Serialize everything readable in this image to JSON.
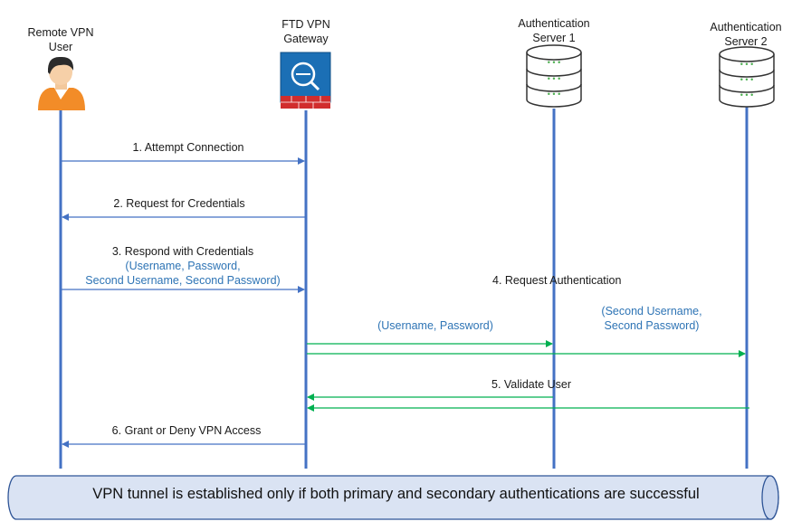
{
  "actors": {
    "user": {
      "line1": "Remote VPN",
      "line2": "User"
    },
    "ftd": {
      "line1": "FTD VPN",
      "line2": "Gateway"
    },
    "auth1": {
      "line1": "Authentication",
      "line2": "Server 1"
    },
    "auth2": {
      "line1": "Authentication",
      "line2": "Server 2"
    }
  },
  "messages": {
    "m1": "1. Attempt Connection",
    "m2": "2. Request for Credentials",
    "m3": "3. Respond with Credentials",
    "m3_detail_1": "(Username, Password,",
    "m3_detail_2": "Second Username, Second Password)",
    "m4": "4. Request   Authentication",
    "m4_primary": "(Username, Password)",
    "m4_secondary_1": "(Second Username,",
    "m4_secondary_2": "Second Password)",
    "m5": "5. Validate   User",
    "m6": "6. Grant or Deny VPN Access"
  },
  "banner": "VPN tunnel is established only if both primary and secondary authentications are successful",
  "colors": {
    "lifeline": "#4472c4",
    "arrow_blue": "#4472c4",
    "arrow_green": "#00b050",
    "detail_text": "#2e74b5",
    "banner_fill": "#dae3f3",
    "banner_stroke": "#2f5597"
  },
  "icons": {
    "user": "person-icon",
    "ftd": "firewall-icon",
    "auth1": "database-server-icon",
    "auth2": "database-server-icon"
  }
}
